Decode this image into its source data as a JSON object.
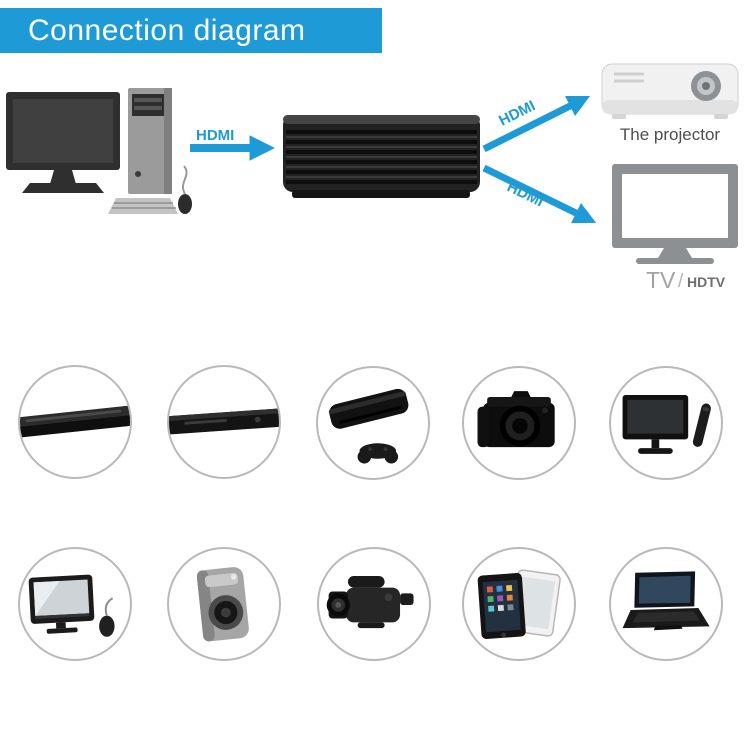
{
  "header": {
    "title": "Connection diagram",
    "background": "#1e9bd7"
  },
  "diagram": {
    "labels": {
      "hdmi_in": "HDMI",
      "hdmi_out_top": "HDMI",
      "hdmi_out_bottom": "HDMI",
      "projector": "The projector",
      "tv": "TV",
      "tv_separator": "/",
      "hdtv": "HDTV"
    },
    "icons": {
      "source": "desktop-computer-icon",
      "splitter": "hdmi-splitter-icon",
      "output_top": "projector-icon",
      "output_bottom": "tv-icon"
    },
    "arrow_color": "#1e9bd7"
  },
  "device_circles": {
    "row1": [
      "blu-ray-player-icon",
      "dvd-player-icon",
      "game-console-icon",
      "dslr-camera-icon",
      "pc-monitor-icon"
    ],
    "row2": [
      "tv-set-icon",
      "digital-camera-icon",
      "camcorder-icon",
      "tablet-devices-icon",
      "laptop-icon"
    ]
  },
  "colors": {
    "accent": "#1e9bd7",
    "circle_border": "#b9b9b9",
    "label_gray": "#4d4d4d"
  }
}
